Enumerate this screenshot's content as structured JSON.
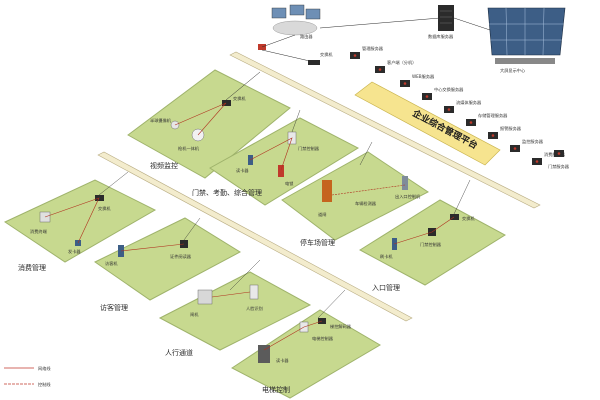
{
  "colors": {
    "zone_fill": "#c7d98f",
    "zone_edge": "#9fb36b",
    "bus_fill": "#f3eccd",
    "bus_edge": "#b9ad83",
    "platform_fill": "#f6e48f",
    "red_link": "#b0311e",
    "black_link": "#2b2b2b",
    "legend_red": "#c0392b"
  },
  "platform": {
    "label": "企业综合管理平台"
  },
  "top": {
    "control_center_label": "大屏显示中心",
    "server_label": "数据库服务器",
    "router_label": "路由器",
    "switch_label": "交换机"
  },
  "servers": [
    "管理服务器",
    "客户端（分机）",
    "WEB服务器",
    "中心交换服务器",
    "流媒体服务器",
    "存储管理服务器",
    "报警服务器",
    "监控服务器",
    "消费服务器",
    "门禁服务器"
  ],
  "zones": {
    "video": {
      "label": "视频监控",
      "device1": "交换机",
      "device2": "半球摄像机",
      "device3": "枪机一体机"
    },
    "door": {
      "label": "门禁、考勤、综合管理",
      "device1": "读卡器",
      "device2": "门禁控制器",
      "device3": "电锁"
    },
    "parking": {
      "label": "停车场管理",
      "device1": "道闸",
      "device2": "车辆检测器",
      "device3": "出入口控制机"
    },
    "consume": {
      "label": "消费管理",
      "device1": "交换机",
      "device2": "消费终端",
      "device3": "发卡器"
    },
    "visitor": {
      "label": "访客管理",
      "device1": "访客机",
      "device2": "证件阅读器"
    },
    "access": {
      "label": "人行通道",
      "device1": "闸机",
      "device2": "人脸识别"
    },
    "entry": {
      "label": "入口管理",
      "device1": "刷卡机",
      "device2": "门禁控制器",
      "device3": "交换机"
    },
    "elevator": {
      "label": "电梯控制",
      "device1": "电梯控制器",
      "device2": "读卡器",
      "device3": "梯控解码器"
    }
  },
  "legend": {
    "item1": "网络线",
    "item2": "控制线"
  }
}
